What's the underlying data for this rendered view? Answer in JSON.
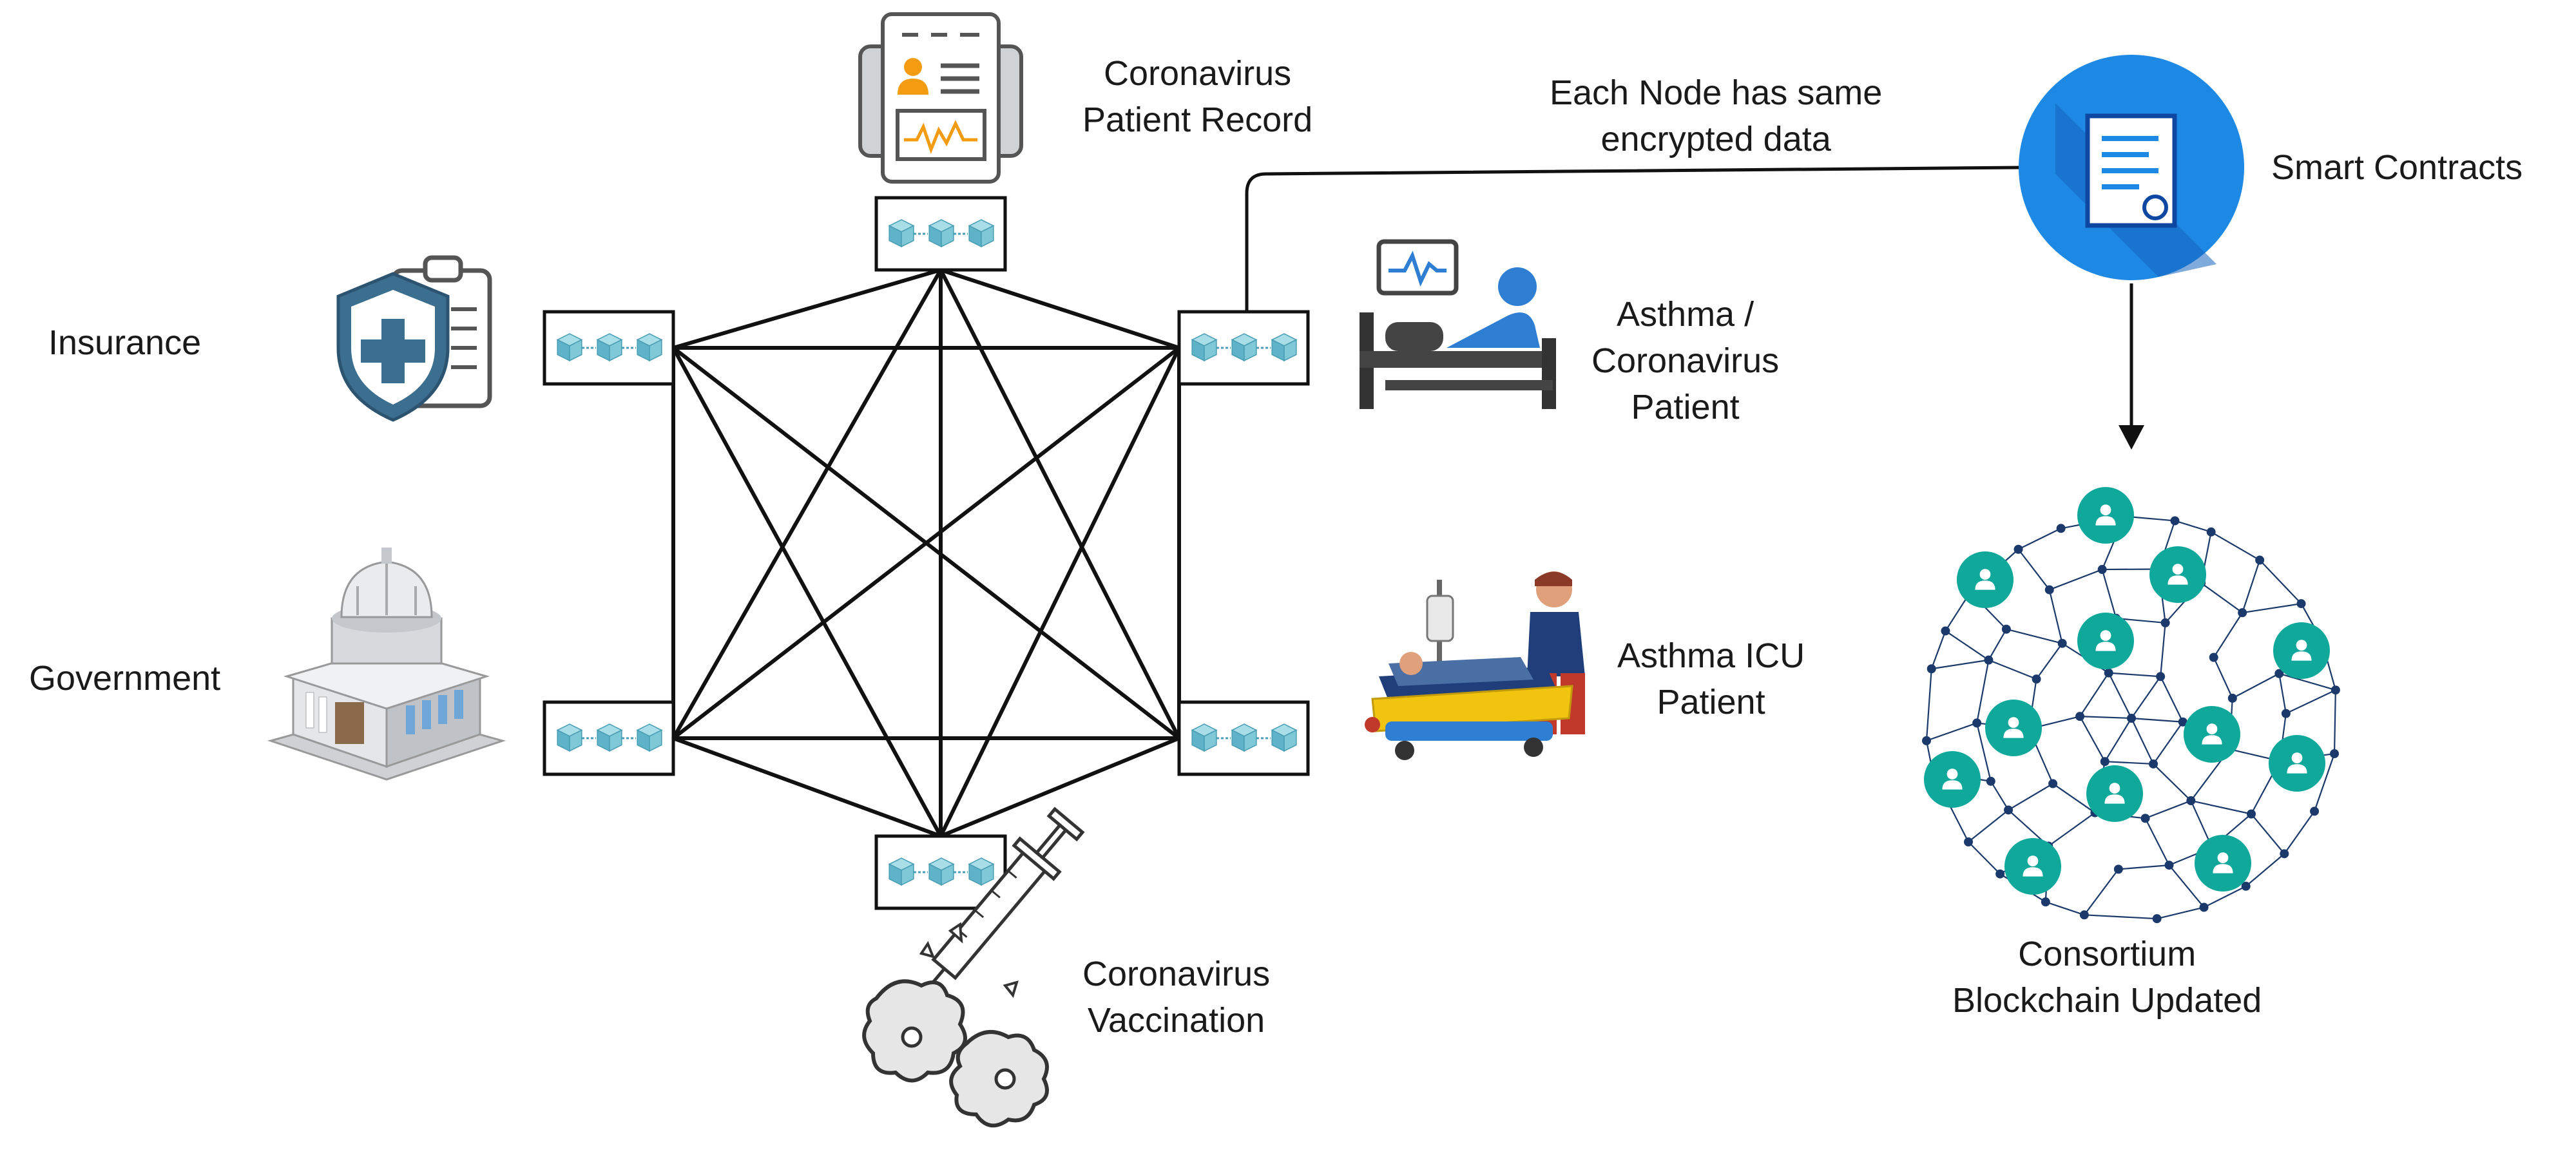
{
  "nodes": {
    "patient_record": {
      "line1": "Coronavirus",
      "line2": "Patient Record",
      "icon": "patient-record-icon"
    },
    "insurance": {
      "label": "Insurance",
      "icon": "insurance-shield-icon"
    },
    "government": {
      "label": "Government",
      "icon": "government-building-icon"
    },
    "asthma_coronavirus": {
      "line1": "Asthma /",
      "line2": "Coronavirus",
      "line3": "Patient",
      "icon": "hospital-bed-icon"
    },
    "asthma_icu": {
      "line1": "Asthma ICU",
      "line2": "Patient",
      "icon": "icu-stretcher-icon"
    },
    "vaccination": {
      "line1": "Coronavirus",
      "line2": "Vaccination",
      "icon": "syringe-virus-icon"
    }
  },
  "annotation": {
    "line1": "Each Node has same",
    "line2": "encrypted data"
  },
  "smart_contracts": {
    "label": "Smart Contracts",
    "icon": "smart-contract-icon",
    "color": "#1E88E5"
  },
  "consortium": {
    "line1": "Consortium",
    "line2": "Blockchain Updated",
    "node_color": "#0FA89B",
    "edge_color": "#1B3A6B"
  },
  "block_color": "#7FC8D8"
}
